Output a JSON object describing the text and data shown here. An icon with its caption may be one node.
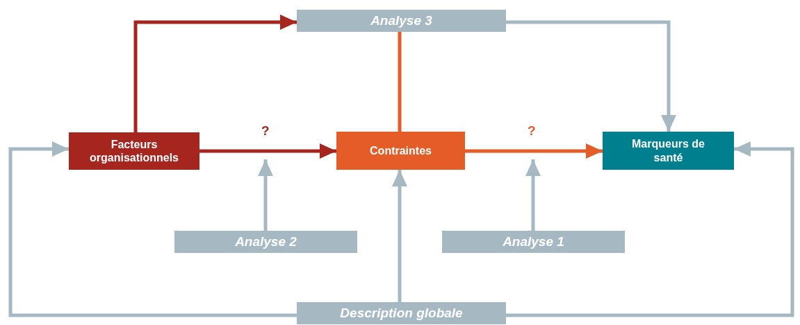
{
  "diagram": {
    "nodes": [
      {
        "text": [
          "Analyse 3"
        ]
      },
      {
        "text": [
          "Facteurs organisationnels"
        ]
      },
      {
        "text": [
          "Contraintes"
        ]
      },
      {
        "text": [
          "Marqueurs de santé"
        ]
      },
      {
        "text": [
          "Analyse 2"
        ]
      },
      {
        "text": [
          "Analyse 1"
        ]
      },
      {
        "text": [
          "Description globale"
        ]
      }
    ],
    "edges": [
      {
        "from": 1,
        "to": 0,
        "arrow": "to",
        "color": "#a6261f"
      },
      {
        "from": 0,
        "to": 3,
        "arrow": "to"
      },
      {
        "from": 2,
        "to": 0,
        "arrow": "none",
        "color": "#e45c28"
      },
      {
        "from": 1,
        "to": 2,
        "arrow": "to",
        "label": "?",
        "color": "#a6261f"
      },
      {
        "from": 2,
        "to": 3,
        "arrow": "to",
        "label": "?",
        "color": "#e45c28"
      },
      {
        "from": 4,
        "to": null,
        "arrow": "to"
      },
      {
        "from": 5,
        "to": null,
        "arrow": "to"
      },
      {
        "from": 6,
        "to": 2,
        "arrow": "to"
      },
      {
        "from": 6,
        "to": 1,
        "arrow": "to"
      },
      {
        "from": 6,
        "to": 3,
        "arrow": "to"
      }
    ]
  }
}
